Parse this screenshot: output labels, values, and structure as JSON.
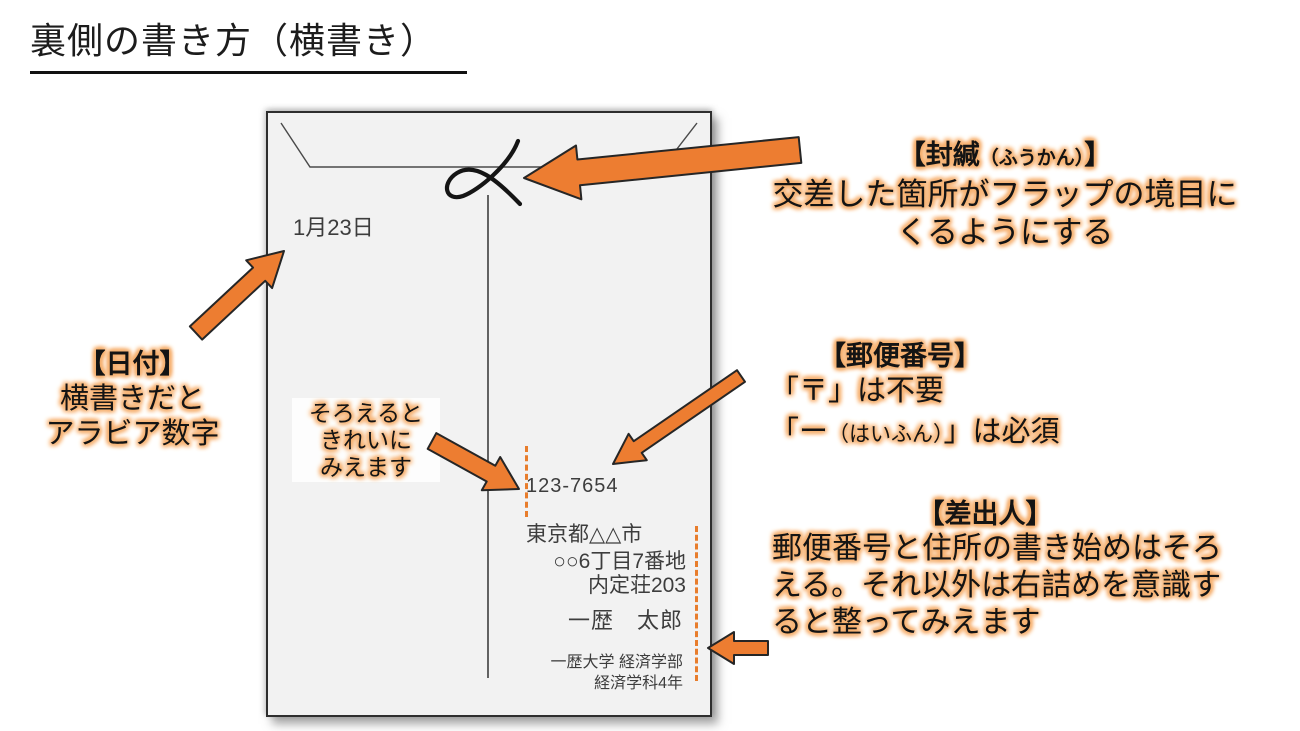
{
  "title": "裏側の書き方（横書き）",
  "envelope": {
    "date": "1月23日",
    "postal_code": "123-7654",
    "address_line1": "東京都△△市",
    "address_line2": "○○6丁目7番地",
    "address_line3": "内定荘203",
    "sender_name": "一歴　太郎",
    "affiliation_line1": "一歴大学 経済学部",
    "affiliation_line2": "経済学科4年",
    "align_note": {
      "line1": "そろえると",
      "line2": "きれいに",
      "line3": "みえます"
    },
    "seal_mark": "〆"
  },
  "annotations": {
    "fuukan": {
      "heading_main": "【封緘",
      "heading_reading": "（ふうかん）",
      "heading_close": "】",
      "line1": "交差した箇所がフラップの境目に",
      "line2": "くるようにする"
    },
    "hiduke": {
      "heading": "【日付】",
      "line1": "横書きだと",
      "line2": "アラビア数字"
    },
    "yubin": {
      "heading": "【郵便番号】",
      "line1": "「〒」は不要",
      "line2_start": "「ー",
      "line2_reading": "（はいふん）",
      "line2_end": "」は必須"
    },
    "sashidashinin": {
      "heading": "【差出人】",
      "line1": "郵便番号と住所の書き始めはそろ",
      "line2": "える。それ以外は右詰めを意識す",
      "line3": "ると整ってみえます"
    }
  },
  "colors": {
    "arrow_fill": "#ED7D31",
    "arrow_outline": "#262626",
    "glow": "#F6AE6B",
    "envelope_bg": "#F2F2F2",
    "handwriting_text": "#3D3D3D"
  }
}
